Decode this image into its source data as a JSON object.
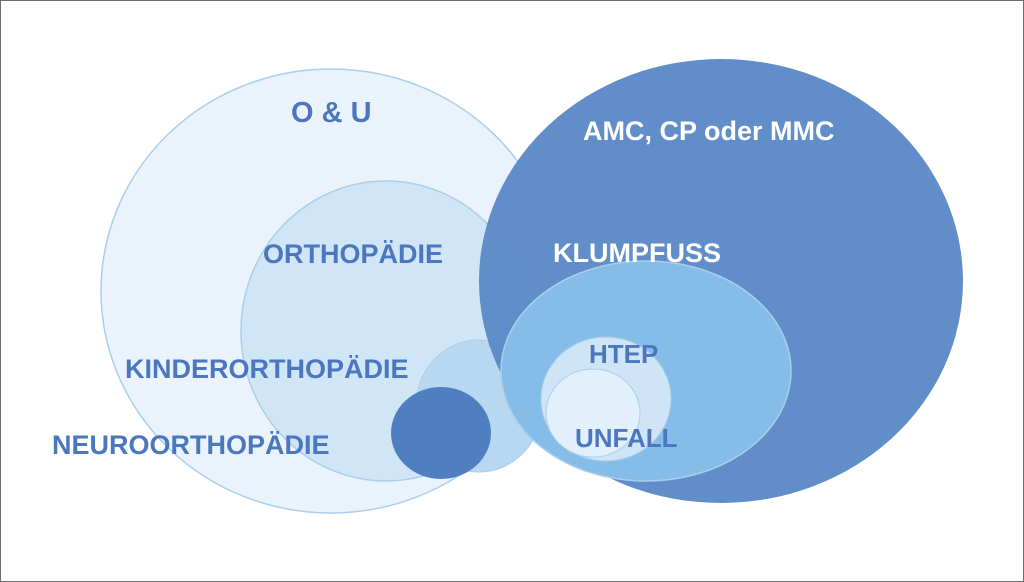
{
  "labels": {
    "ou": "O & U",
    "amc": "AMC, CP oder MMC",
    "orthopaedie": "ORTHOPÄDIE",
    "klumpfuss": "KLUMPFUSS",
    "htep": "HTEP",
    "kinder": "KINDERORTHOPÄDIE",
    "neuro": "NEUROORTHOPÄDIE",
    "unfall": "UNFALL"
  },
  "colors": {
    "outer_light": "#eaf3fb",
    "outer_stroke": "#a9cfec",
    "ortho_fill": "#cde3f5",
    "kinder_fill": "#b8d8f1",
    "neuro_fill": "#4f7fc1",
    "amc_fill": "#5c8ac7",
    "klumpfuss_fill": "#85bce8",
    "htep_fill": "#cfe4f6",
    "unfall_fill": "#e2f0fb",
    "label_blue": "#4a77bd",
    "label_white": "#ffffff"
  }
}
